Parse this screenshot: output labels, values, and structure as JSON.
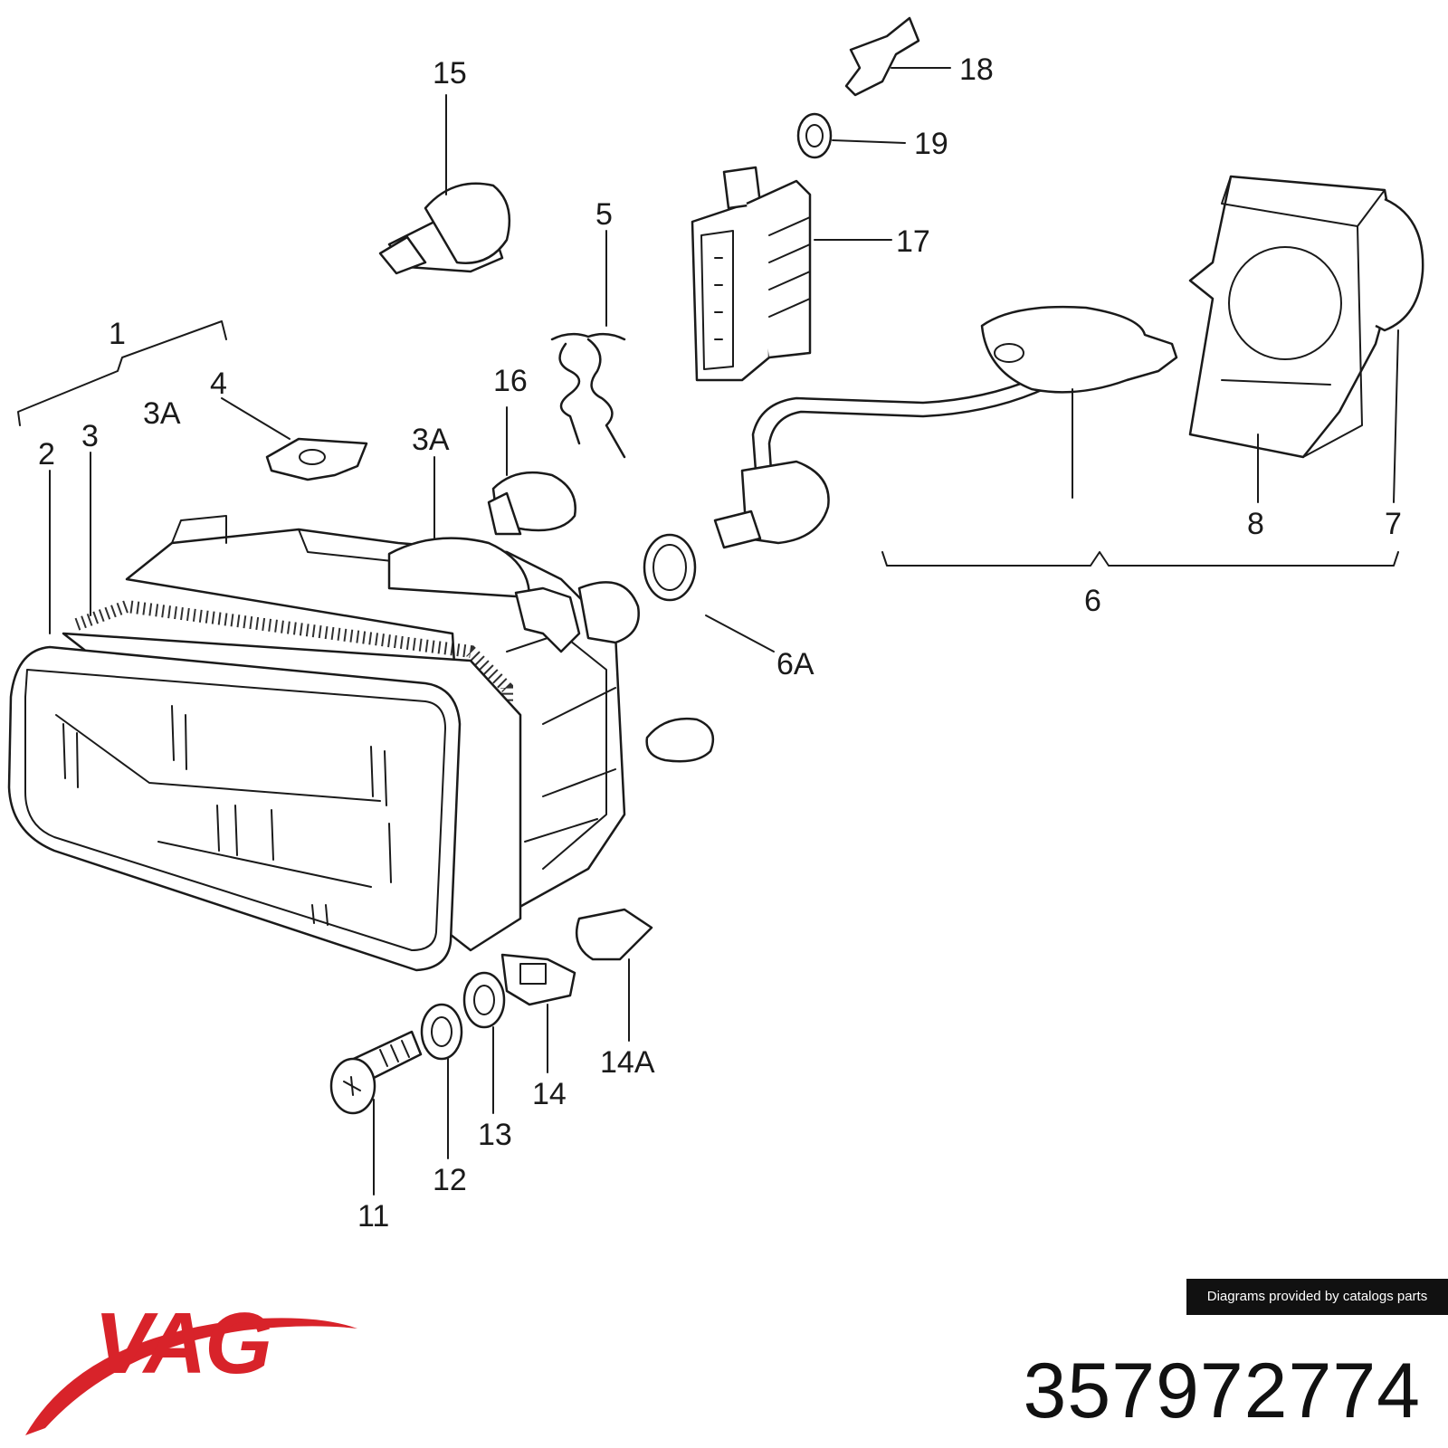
{
  "callouts": [
    {
      "id": "c1",
      "text": "1"
    },
    {
      "id": "c2",
      "text": "2"
    },
    {
      "id": "c3",
      "text": "3"
    },
    {
      "id": "c3a1",
      "text": "3A"
    },
    {
      "id": "c3a2",
      "text": "3A"
    },
    {
      "id": "c4",
      "text": "4"
    },
    {
      "id": "c5",
      "text": "5"
    },
    {
      "id": "c6",
      "text": "6"
    },
    {
      "id": "c6a",
      "text": "6A"
    },
    {
      "id": "c7",
      "text": "7"
    },
    {
      "id": "c8",
      "text": "8"
    },
    {
      "id": "c11",
      "text": "11"
    },
    {
      "id": "c12",
      "text": "12"
    },
    {
      "id": "c13",
      "text": "13"
    },
    {
      "id": "c14",
      "text": "14"
    },
    {
      "id": "c14a",
      "text": "14A"
    },
    {
      "id": "c15",
      "text": "15"
    },
    {
      "id": "c16",
      "text": "16"
    },
    {
      "id": "c17",
      "text": "17"
    },
    {
      "id": "c18",
      "text": "18"
    },
    {
      "id": "c19",
      "text": "19"
    }
  ],
  "credit": "Diagrams provided by catalogs parts",
  "brand": "VAG",
  "part_number": "357972774",
  "colors": {
    "brand": "#d8232a",
    "ink": "#1a1a1a",
    "credit_bg": "#111111"
  }
}
